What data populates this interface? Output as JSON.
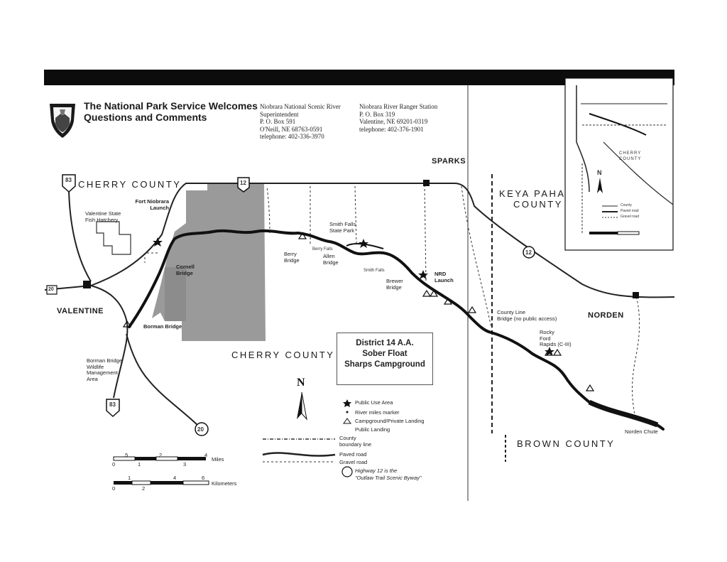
{
  "header": {
    "title_line1": "The National Park Service Welcomes",
    "title_line2": "Questions and Comments"
  },
  "contacts": {
    "superintendent": {
      "line1": "Niobrara National Scenic River",
      "line2": "Superintendent",
      "line3": "P. O. Box 591",
      "line4": "O'Neill, NE 68763-0591",
      "line5": "telephone: 402-336-3970"
    },
    "ranger_station": {
      "line1": "Niobrara River Ranger Station",
      "line2": "P. O. Box 319",
      "line3": "Valentine, NE 69201-0319",
      "line4": "telephone: 402-376-1901"
    }
  },
  "counties": {
    "cherry_nw": "CHERRY COUNTY",
    "cherry_center": "CHERRY COUNTY",
    "keya_paha_line1": "KEYA PAHA",
    "keya_paha_line2": "COUNTY",
    "brown": "BROWN COUNTY",
    "inset_cherry_line1": "CHERRY",
    "inset_cherry_line2": "COUNTY"
  },
  "towns": {
    "valentine": "VALENTINE",
    "sparks": "SPARKS",
    "norden": "NORDEN"
  },
  "routes": {
    "hwy83_north": "83",
    "hwy83_south": "83",
    "hwy20_west": "20",
    "hwy20_south": "20",
    "hwy12_north": "12",
    "hwy12_east": "12"
  },
  "places": {
    "fort_niobrara_launch": "Fort Niobrara Launch",
    "fish_hatchery_line1": "Valentine State",
    "fish_hatchery_line2": "Fish Hatchery",
    "cornell_bridge": "Cornell Bridge",
    "borman_bridge": "Borman Bridge",
    "borman_wma_line1": "Borman Bridge",
    "borman_wma_line2": "Wildlife",
    "borman_wma_line3": "Management",
    "borman_wma_line4": "Area",
    "berry_bridge": "Berry Bridge",
    "berry_falls": "Berry Falls",
    "smith_falls_sp_line1": "Smith Falls",
    "smith_falls_sp_line2": "State Park",
    "allen_bridge": "Allen Bridge",
    "smith_falls": "Smith Falls",
    "brewer_bridge": "Brewer Bridge",
    "nrd_launch_line1": "NRD",
    "nrd_launch_line2": "Launch",
    "county_line_bridge_line1": "County Line",
    "county_line_bridge_line2": "Bridge (no public access)",
    "rocky_ford_line1": "Rocky",
    "rocky_ford_line2": "Ford",
    "rocky_ford_line3": "Rapids (C-III)",
    "norden_chute": "Norden Chute"
  },
  "district_box": {
    "line1": "District 14 A.A.",
    "line2": "Sober Float",
    "line3": "Sharps Campground"
  },
  "legend": {
    "north_letter": "N",
    "public_use_area": "Public Use Area",
    "river_miles": "River miles marker",
    "campground": "Campground/Private Landing",
    "public_landing": "Public Landing",
    "county_boundary_line1": "County",
    "county_boundary_line2": "boundary line",
    "paved_road": "Paved road",
    "gravel_road": "Gravel road",
    "byway_line1": "Highway 12 is the",
    "byway_line2": "\"Outlaw Trail Scenic Byway\""
  },
  "scale": {
    "miles_label": "Miles",
    "km_label": "Kilometers",
    "m0": "0",
    "m1": "1",
    "m2": "2",
    "m3": "3",
    "m4": "4",
    "m5": ".5",
    "k0": "0",
    "k1": "1",
    "k2": "2",
    "k4": "4",
    "k6": "6"
  },
  "inset": {
    "north_letter": "N",
    "legend_county": "County",
    "legend_paved": "Paved road",
    "legend_gravel": "Gravel road"
  },
  "colors": {
    "header_bar": "#0c0c0c",
    "river": "#111111",
    "public_land": "#9a9a9a"
  }
}
